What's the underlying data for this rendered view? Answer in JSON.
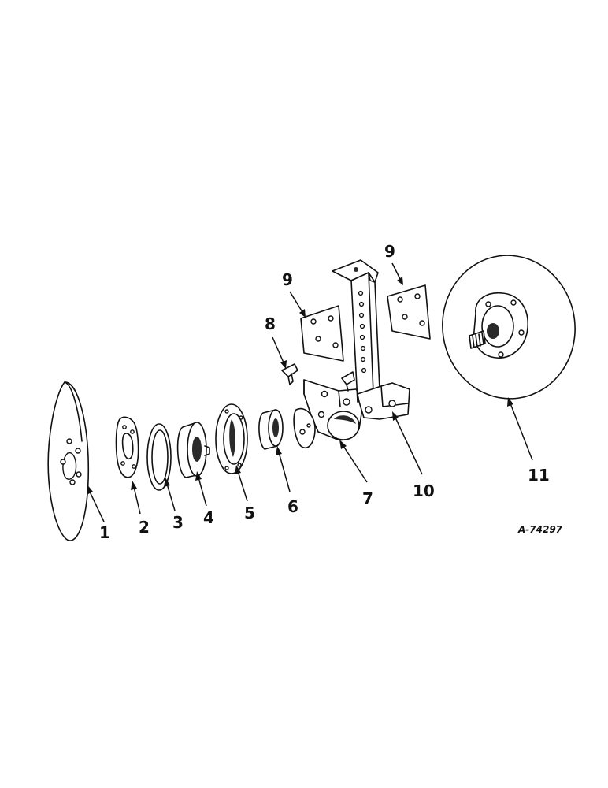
{
  "figure": {
    "drawing_number": "A-74297",
    "callouts": {
      "c1": "1",
      "c2": "2",
      "c3": "3",
      "c4": "4",
      "c5": "5",
      "c6": "6",
      "c7": "7",
      "c8": "8",
      "c9a": "9",
      "c9b": "9",
      "c10": "10",
      "c11": "11"
    },
    "ink_color": "#111111",
    "paper_color": "#ffffff"
  }
}
